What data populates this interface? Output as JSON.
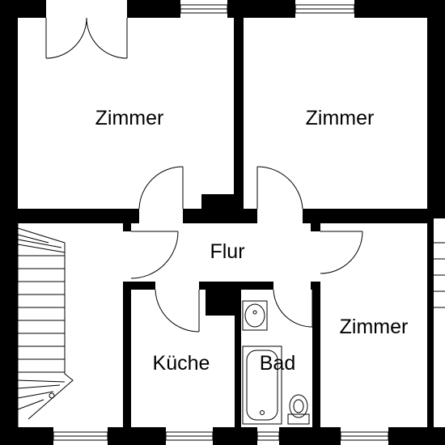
{
  "rooms": {
    "zimmer_top_left": "Zimmer",
    "zimmer_top_right": "Zimmer",
    "flur": "Flur",
    "zimmer_right": "Zimmer",
    "kueche": "Küche",
    "bad": "Bad"
  },
  "colors": {
    "wall": "#000000",
    "background": "#ffffff"
  }
}
